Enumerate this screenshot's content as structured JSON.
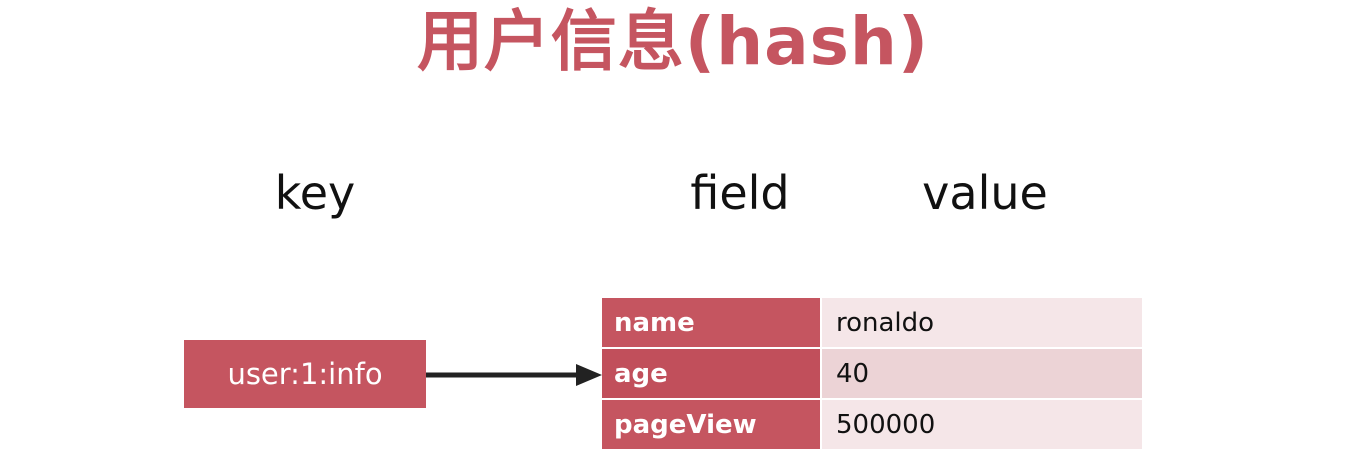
{
  "title": "用户信息(hash)",
  "column_labels": {
    "key": "key",
    "field": "field",
    "value": "value"
  },
  "key_box": {
    "label": "user:1:info"
  },
  "hash_rows": [
    {
      "field": "name",
      "value": "ronaldo"
    },
    {
      "field": "age",
      "value": "40"
    },
    {
      "field": "pageView",
      "value": "500000"
    }
  ],
  "colors": {
    "accent": "#c55560",
    "value_bg": "#f5e6e8",
    "text": "#111111"
  }
}
